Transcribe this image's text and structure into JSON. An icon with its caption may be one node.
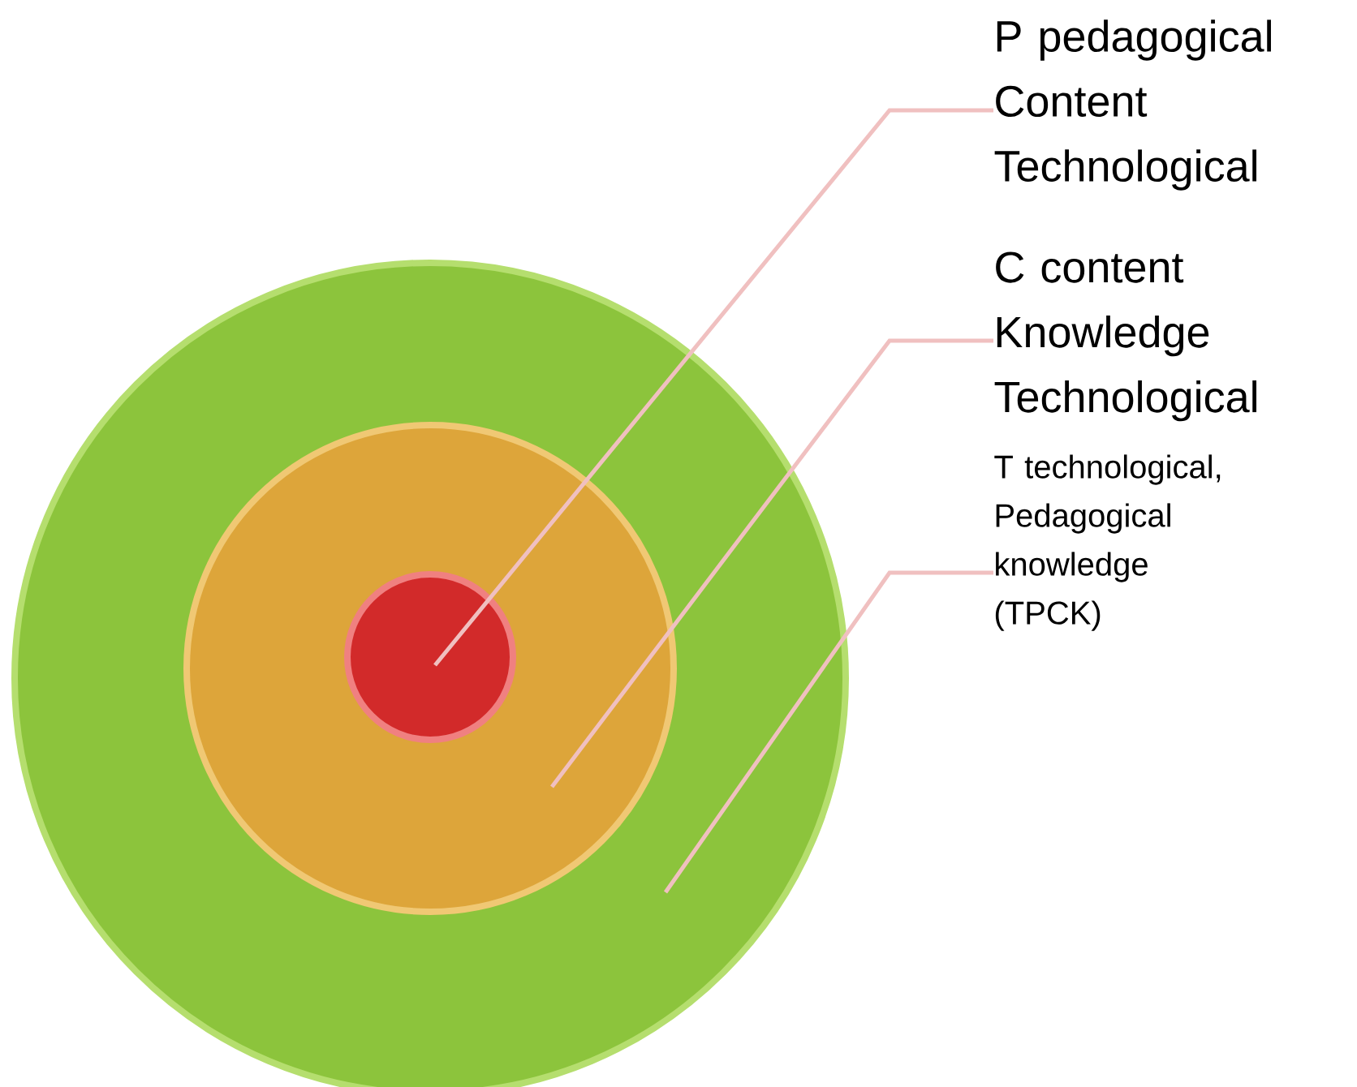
{
  "diagram": {
    "nodes": [
      {
        "text": [],
        "shape": "circle"
      },
      {
        "text": [],
        "shape": "circle",
        "in": 0
      },
      {
        "text": [],
        "shape": "circle",
        "in": 1
      },
      {
        "text": [
          "P pedagogical Content Technological"
        ]
      },
      {
        "text": [
          "C content Knowledge Technological"
        ]
      },
      {
        "text": [
          "T technological, Pedagogical knowledge (TPCK)"
        ]
      }
    ],
    "edges": [
      {
        "from": 3,
        "to": 2,
        "arrow": "none"
      },
      {
        "from": 4,
        "to": 1,
        "arrow": "none"
      },
      {
        "from": 5,
        "to": 0,
        "arrow": "none"
      }
    ]
  }
}
